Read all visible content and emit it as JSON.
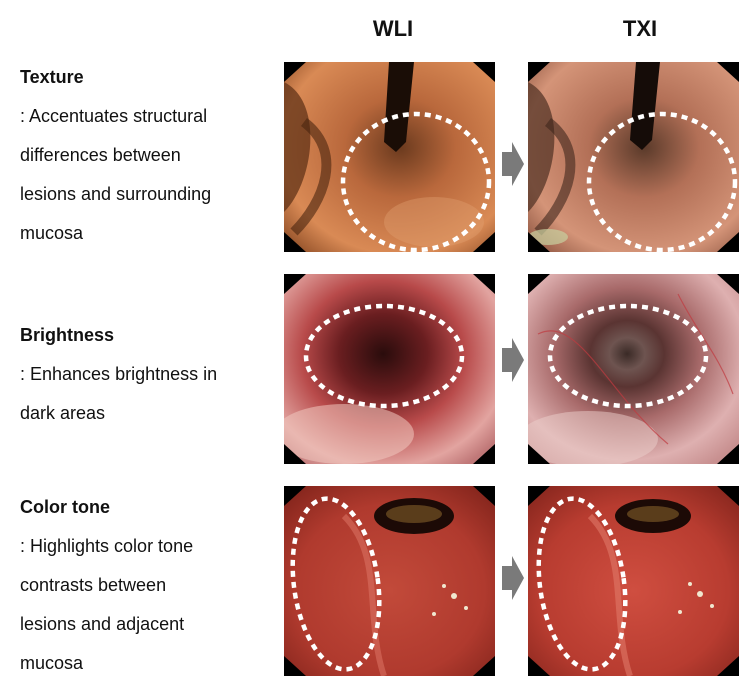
{
  "columns": {
    "wli": "WLI",
    "txi": "TXI"
  },
  "rows": [
    {
      "title": "Texture",
      "description": ": Accentuates structural\ndifferences between\nlesions and surrounding\nmucosa"
    },
    {
      "title": "Brightness",
      "description": ": Enhances brightness in\ndark areas"
    },
    {
      "title": "Color tone",
      "description": ":  Highlights color tone\ncontrasts between\nlesions and adjacent\nmucosa"
    }
  ],
  "colors": {
    "arrow": "#7a7a7a",
    "dashed_circle": "#ffffff",
    "panel_background": "#000000"
  },
  "icons": {
    "transition": "right-arrow-icon"
  }
}
